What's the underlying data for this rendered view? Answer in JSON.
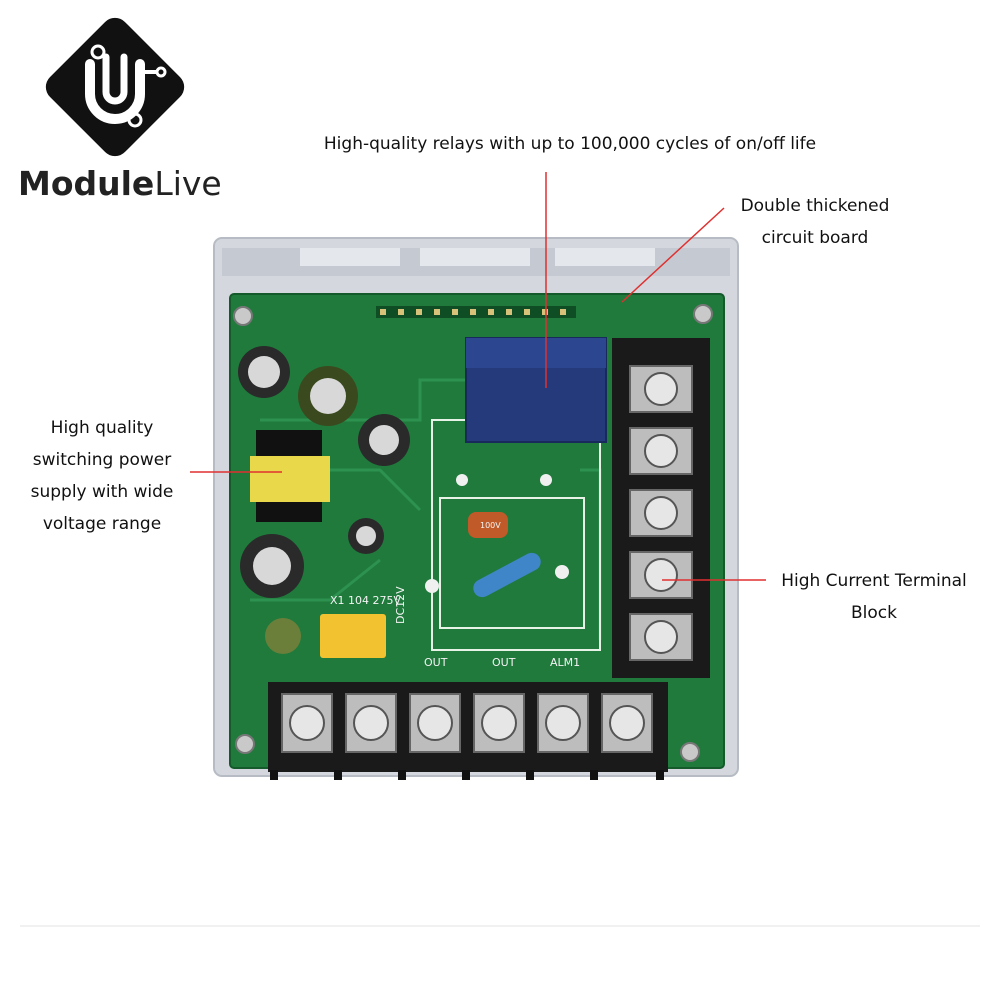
{
  "brand": {
    "name_part1": "Module",
    "name_part2": "Live",
    "logo_icon": "circuit-u-logo-icon",
    "logo_color": "#111111"
  },
  "callouts": {
    "relays": "High-quality relays with up to 100,000 cycles of on/off life",
    "board_line1": "Double thickened",
    "board_line2": "circuit board",
    "psu_line1": "High quality",
    "psu_line2": "switching power",
    "psu_line3": "supply with wide",
    "psu_line4": "voltage range",
    "terminal_line1": "High Current Terminal",
    "terminal_line2": "Block"
  },
  "pcb_labels": {
    "dc": "DC12V",
    "cap": "X1 104 275V",
    "out1": "OUT",
    "out2": "OUT",
    "alm": "ALM1",
    "cap_small": "100V"
  },
  "colors": {
    "pcb_green": "#1f7a3c",
    "housing": "#d4d8de",
    "leader_red": "#e03030",
    "terminal_black": "#1a1a1a"
  }
}
